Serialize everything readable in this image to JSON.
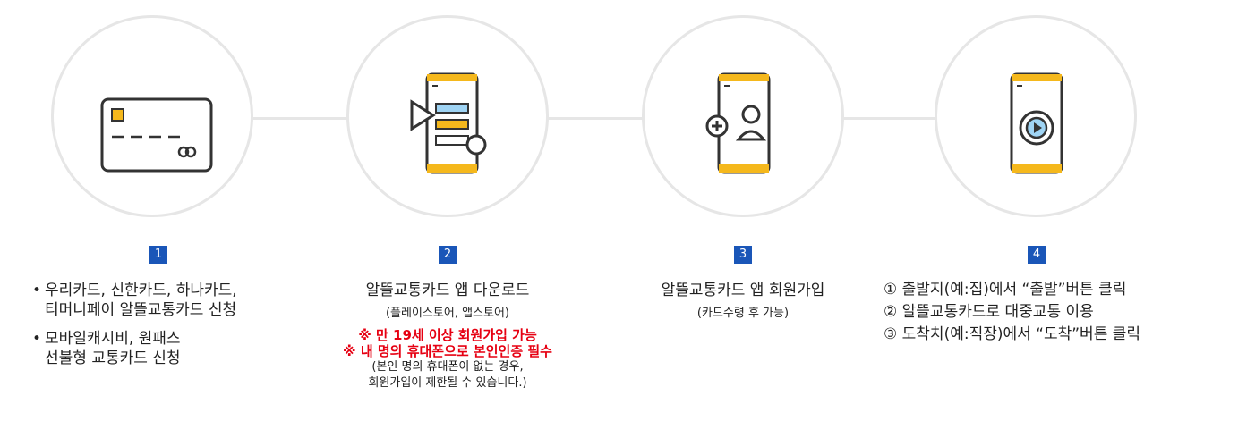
{
  "colors": {
    "accent_yellow": "#f5b81c",
    "badge_blue": "#1a56b8",
    "warning_red": "#e60012",
    "circle_border": "#e6e6e6"
  },
  "steps": [
    {
      "number": "1",
      "icon": "credit-card-icon",
      "bullets": [
        {
          "line1": "우리카드, 신한카드, 하나카드,",
          "line2": "티머니페이  알뜰교통카드 신청"
        },
        {
          "line1": "모바일캐시비, 원패스",
          "line2": "선불형 교통카드 신청"
        }
      ]
    },
    {
      "number": "2",
      "icon": "app-download-phone-icon",
      "title": "알뜰교통카드 앱 다운로드",
      "subtitle": "(플레이스토어, 앱스토어)",
      "warnings": [
        "※ 만 19세 이상 회원가입 가능",
        "※ 내 명의 휴대폰으로 본인인증 필수"
      ],
      "note_line1": "(본인 명의 휴대폰이 없는 경우,",
      "note_line2": "회원가입이 제한될 수 있습니다.)"
    },
    {
      "number": "3",
      "icon": "add-user-phone-icon",
      "title": "알뜰교통카드 앱 회원가입",
      "subtitle": "(카드수령 후 가능)"
    },
    {
      "number": "4",
      "icon": "play-button-phone-icon",
      "items": [
        "① 출발지(예:집)에서 “출발”버튼 클릭",
        "② 알뜰교통카드로 대중교통 이용",
        "③ 도착치(예:직장)에서 “도착”버튼 클릭"
      ]
    }
  ]
}
